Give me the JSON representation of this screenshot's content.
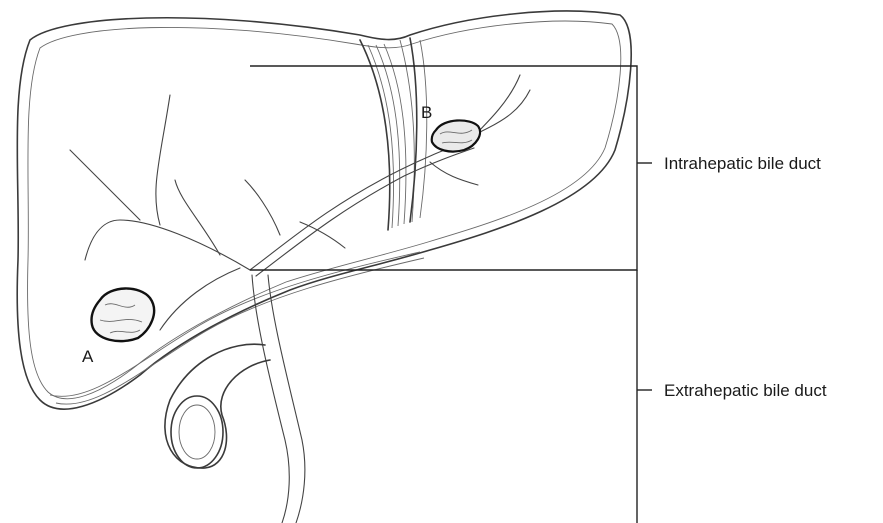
{
  "labels": {
    "intrahepatic": "Intrahepatic bile duct",
    "extrahepatic": "Extrahepatic bile duct",
    "marker_a": "A",
    "marker_b": "B"
  },
  "colors": {
    "ink": "#3a3a3a",
    "background": "#ffffff"
  }
}
